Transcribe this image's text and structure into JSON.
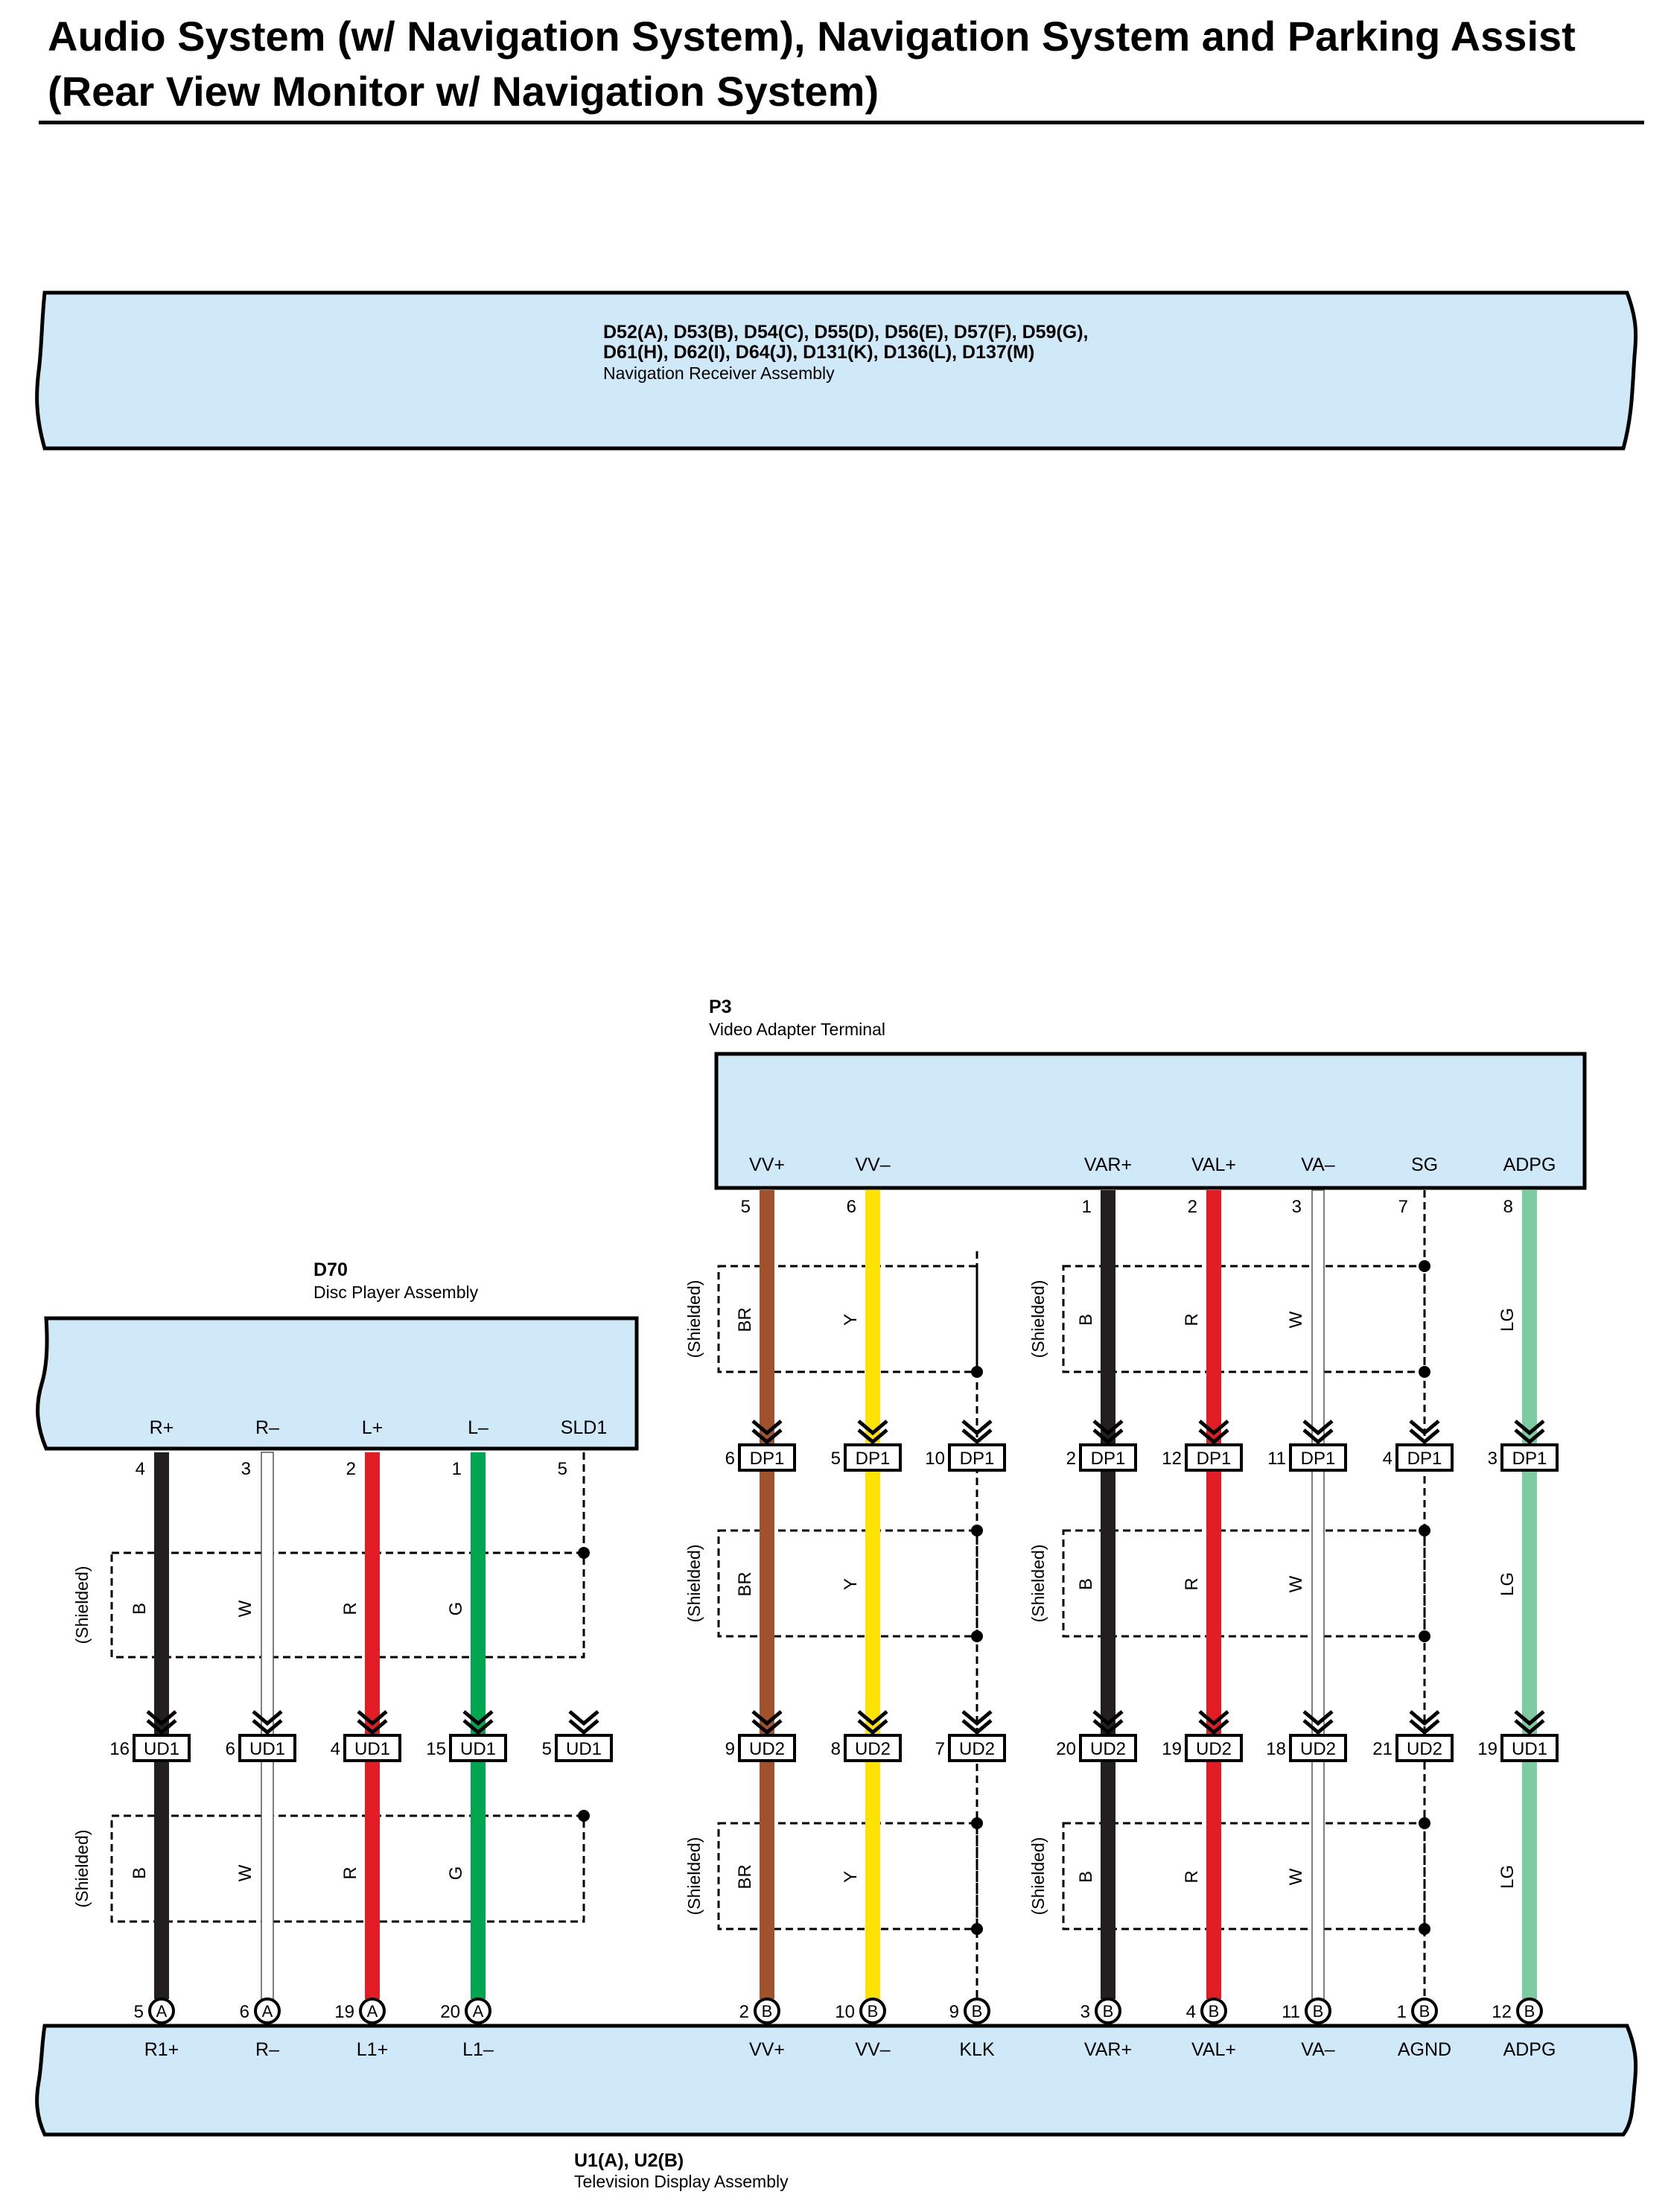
{
  "page": {
    "title": "Audio System (w/ Navigation System), Navigation System and Parking Assist (Rear View Monitor w/ Navigation System)"
  },
  "colors": {
    "panel_fill": "#cfe9f8",
    "B": "#231f20",
    "W": "#ffffff",
    "R": "#e31d25",
    "G": "#00a650",
    "BR": "#a0522d",
    "Y": "#ffe300",
    "LG": "#7dcba0"
  },
  "shield_label": "(Shielded)",
  "nav_receiver": {
    "codes_line1": "D52(A), D53(B), D54(C), D55(D), D56(E), D57(F), D59(G),",
    "codes_line2": "D61(H), D62(I), D64(J), D131(K), D136(L), D137(M)",
    "name": "Navigation Receiver Assembly"
  },
  "disc_player": {
    "code": "D70",
    "name": "Disc Player Assembly"
  },
  "video_adapter": {
    "code": "P3",
    "name": "Video Adapter Terminal"
  },
  "tv_display": {
    "code": "U1(A), U2(B)",
    "name": "Television Display Assembly"
  },
  "circuits": [
    {
      "id": "c1",
      "top_label": "R+",
      "top_pin": "4",
      "color": "B",
      "j1": null,
      "j2": {
        "pin": "16",
        "label": "UD1"
      },
      "bot_pin": "5",
      "bot_conn": "A",
      "bot_label": "R1+"
    },
    {
      "id": "c2",
      "top_label": "R–",
      "top_pin": "3",
      "color": "W",
      "j1": null,
      "j2": {
        "pin": "6",
        "label": "UD1"
      },
      "bot_pin": "6",
      "bot_conn": "A",
      "bot_label": "R–"
    },
    {
      "id": "c3",
      "top_label": "L+",
      "top_pin": "2",
      "color": "R",
      "j1": null,
      "j2": {
        "pin": "4",
        "label": "UD1"
      },
      "bot_pin": "19",
      "bot_conn": "A",
      "bot_label": "L1+"
    },
    {
      "id": "c4",
      "top_label": "L–",
      "top_pin": "1",
      "color": "G",
      "j1": null,
      "j2": {
        "pin": "15",
        "label": "UD1"
      },
      "bot_pin": "20",
      "bot_conn": "A",
      "bot_label": "L1–"
    },
    {
      "id": "c5",
      "top_label": "SLD1",
      "top_pin": "5",
      "color": "",
      "j1": null,
      "j2": {
        "pin": "5",
        "label": "UD1"
      },
      "bot_pin": "",
      "bot_conn": "",
      "bot_label": ""
    },
    {
      "id": "c6",
      "top_label": "VV+",
      "top_pin": "5",
      "color": "BR",
      "j1": {
        "pin": "6",
        "label": "DP1"
      },
      "j2": {
        "pin": "9",
        "label": "UD2"
      },
      "bot_pin": "2",
      "bot_conn": "B",
      "bot_label": "VV+"
    },
    {
      "id": "c7",
      "top_label": "VV–",
      "top_pin": "6",
      "color": "Y",
      "j1": {
        "pin": "5",
        "label": "DP1"
      },
      "j2": {
        "pin": "8",
        "label": "UD2"
      },
      "bot_pin": "10",
      "bot_conn": "B",
      "bot_label": "VV–"
    },
    {
      "id": "c8",
      "top_label": "",
      "top_pin": "",
      "color": "",
      "j1": {
        "pin": "10",
        "label": "DP1"
      },
      "j2": {
        "pin": "7",
        "label": "UD2"
      },
      "bot_pin": "9",
      "bot_conn": "B",
      "bot_label": "KLK"
    },
    {
      "id": "c9",
      "top_label": "VAR+",
      "top_pin": "1",
      "color": "B",
      "j1": {
        "pin": "2",
        "label": "DP1"
      },
      "j2": {
        "pin": "20",
        "label": "UD2"
      },
      "bot_pin": "3",
      "bot_conn": "B",
      "bot_label": "VAR+"
    },
    {
      "id": "c10",
      "top_label": "VAL+",
      "top_pin": "2",
      "color": "R",
      "j1": {
        "pin": "12",
        "label": "DP1"
      },
      "j2": {
        "pin": "19",
        "label": "UD2"
      },
      "bot_pin": "4",
      "bot_conn": "B",
      "bot_label": "VAL+"
    },
    {
      "id": "c11",
      "top_label": "VA–",
      "top_pin": "3",
      "color": "W",
      "j1": {
        "pin": "11",
        "label": "DP1"
      },
      "j2": {
        "pin": "18",
        "label": "UD2"
      },
      "bot_pin": "11",
      "bot_conn": "B",
      "bot_label": "VA–"
    },
    {
      "id": "c12",
      "top_label": "SG",
      "top_pin": "7",
      "color": "",
      "j1": {
        "pin": "4",
        "label": "DP1"
      },
      "j2": {
        "pin": "21",
        "label": "UD2"
      },
      "bot_pin": "1",
      "bot_conn": "B",
      "bot_label": "AGND"
    },
    {
      "id": "c13",
      "top_label": "ADPG",
      "top_pin": "8",
      "color": "LG",
      "j1": {
        "pin": "3",
        "label": "DP1"
      },
      "j2": {
        "pin": "19",
        "label": "UD1"
      },
      "bot_pin": "12",
      "bot_conn": "B",
      "bot_label": "ADPG"
    }
  ]
}
